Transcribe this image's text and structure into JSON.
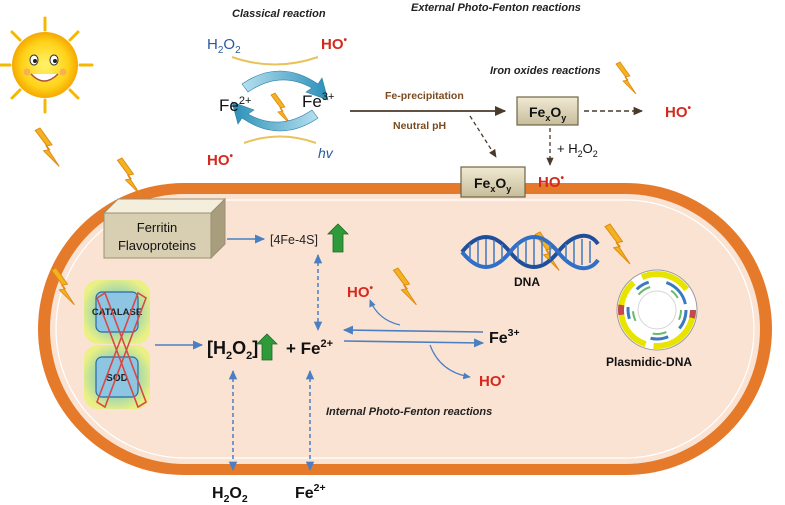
{
  "headers": {
    "classical": "Classical reaction",
    "external": "External Photo-Fenton reactions",
    "iron_oxides": "Iron oxides reactions",
    "internal": "Internal Photo-Fenton reactions"
  },
  "classical_cycle": {
    "h2o2": "H",
    "h2o2_sub": "2",
    "h2o2_o": "O",
    "h2o2_sub2": "2",
    "ho_top": "HO",
    "ho_bottom": "HO",
    "radical_dot": "•",
    "fe2": "Fe",
    "fe2_sup": "2+",
    "fe3": "Fe",
    "fe3_sup": "3+",
    "hv": "hv"
  },
  "precipitation": {
    "fe_precipitation": "Fe-precipitation",
    "neutral_ph": "Neutral pH",
    "oxide_fe": "Fe",
    "oxide_x": "x",
    "oxide_o": "O",
    "oxide_y": "y",
    "plus_h2o2": "+ H",
    "plus_h2o2_sub": "2",
    "plus_h2o2_o": "O",
    "plus_h2o2_sub2": "2",
    "ho_right": "HO",
    "ho_box": "HO"
  },
  "cell": {
    "ferritin_line1": "Ferritin",
    "ferritin_line2": "Flavoproteins",
    "fes_cluster": "[4Fe-4S]",
    "catalase": "CATALASE",
    "sod": "SOD",
    "h2o2_bracket": "[H",
    "h2o2_bracket_sub": "2",
    "h2o2_bracket_o": "O",
    "h2o2_bracket_sub2": "2",
    "h2o2_bracket_close": "]",
    "plus_fe2": "+ Fe",
    "plus_fe2_sup": "2+",
    "fe3_right": "Fe",
    "fe3_right_sup": "3+",
    "ho_upper": "HO",
    "ho_lower": "HO",
    "dna": "DNA",
    "plasmid": "Plasmidic-DNA"
  },
  "outside_bottom": {
    "h2o2": "H",
    "h2o2_sub": "2",
    "h2o2_o": "O",
    "h2o2_sub2": "2",
    "fe2": "Fe",
    "fe2_sup": "2+"
  },
  "colors": {
    "membrane": "#e57a2a",
    "cytoplasm": "#fae3d3",
    "radical_red": "#d42a1e",
    "blue_arrow": "#4a7fc1",
    "brown_text": "#7a4a1e",
    "up_arrow_green": "#2e9a3a",
    "lightning": "#f2b320"
  },
  "icons": [
    "sun-icon",
    "lightning-icon",
    "up-arrow-icon",
    "dna-helix-icon",
    "plasmid-icon"
  ]
}
